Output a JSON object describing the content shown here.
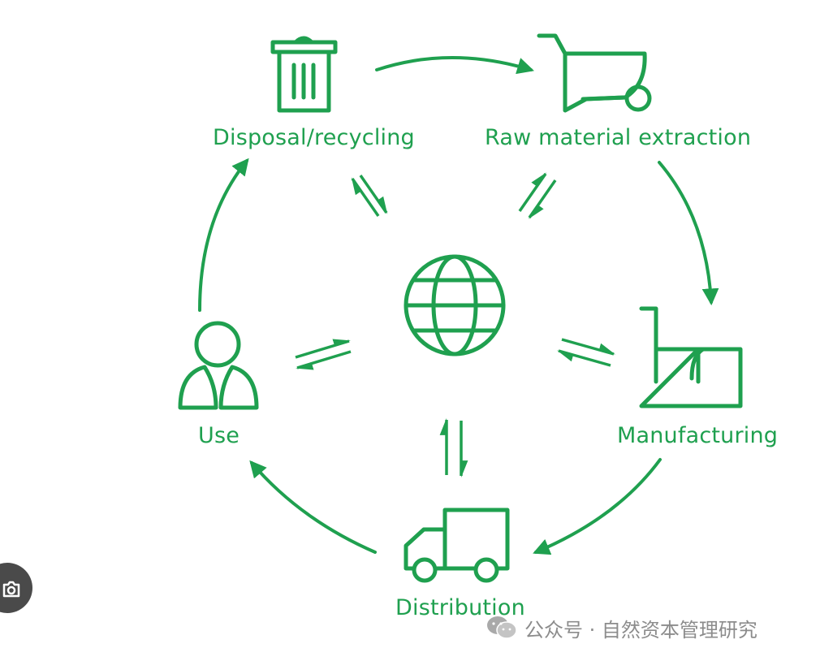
{
  "diagram": {
    "accent_color": "#1fa04f",
    "center": {
      "icon": "globe-icon"
    },
    "stages": {
      "disposal": {
        "label": "Disposal/recycling",
        "icon": "trash-can-icon"
      },
      "raw_material": {
        "label": "Raw material extraction",
        "icon": "wheelbarrow-icon"
      },
      "manufacturing": {
        "label": "Manufacturing",
        "icon": "factory-icon"
      },
      "distribution": {
        "label": "Distribution",
        "icon": "truck-icon"
      },
      "use": {
        "label": "Use",
        "icon": "person-icon"
      }
    },
    "flow_order": [
      "Raw material extraction",
      "Manufacturing",
      "Distribution",
      "Use",
      "Disposal/recycling"
    ]
  },
  "overlay": {
    "lens_button_icon": "camera-lens-icon",
    "watermark": {
      "icon": "wechat-icon",
      "text": "公众号 · 自然资本管理研究"
    }
  }
}
